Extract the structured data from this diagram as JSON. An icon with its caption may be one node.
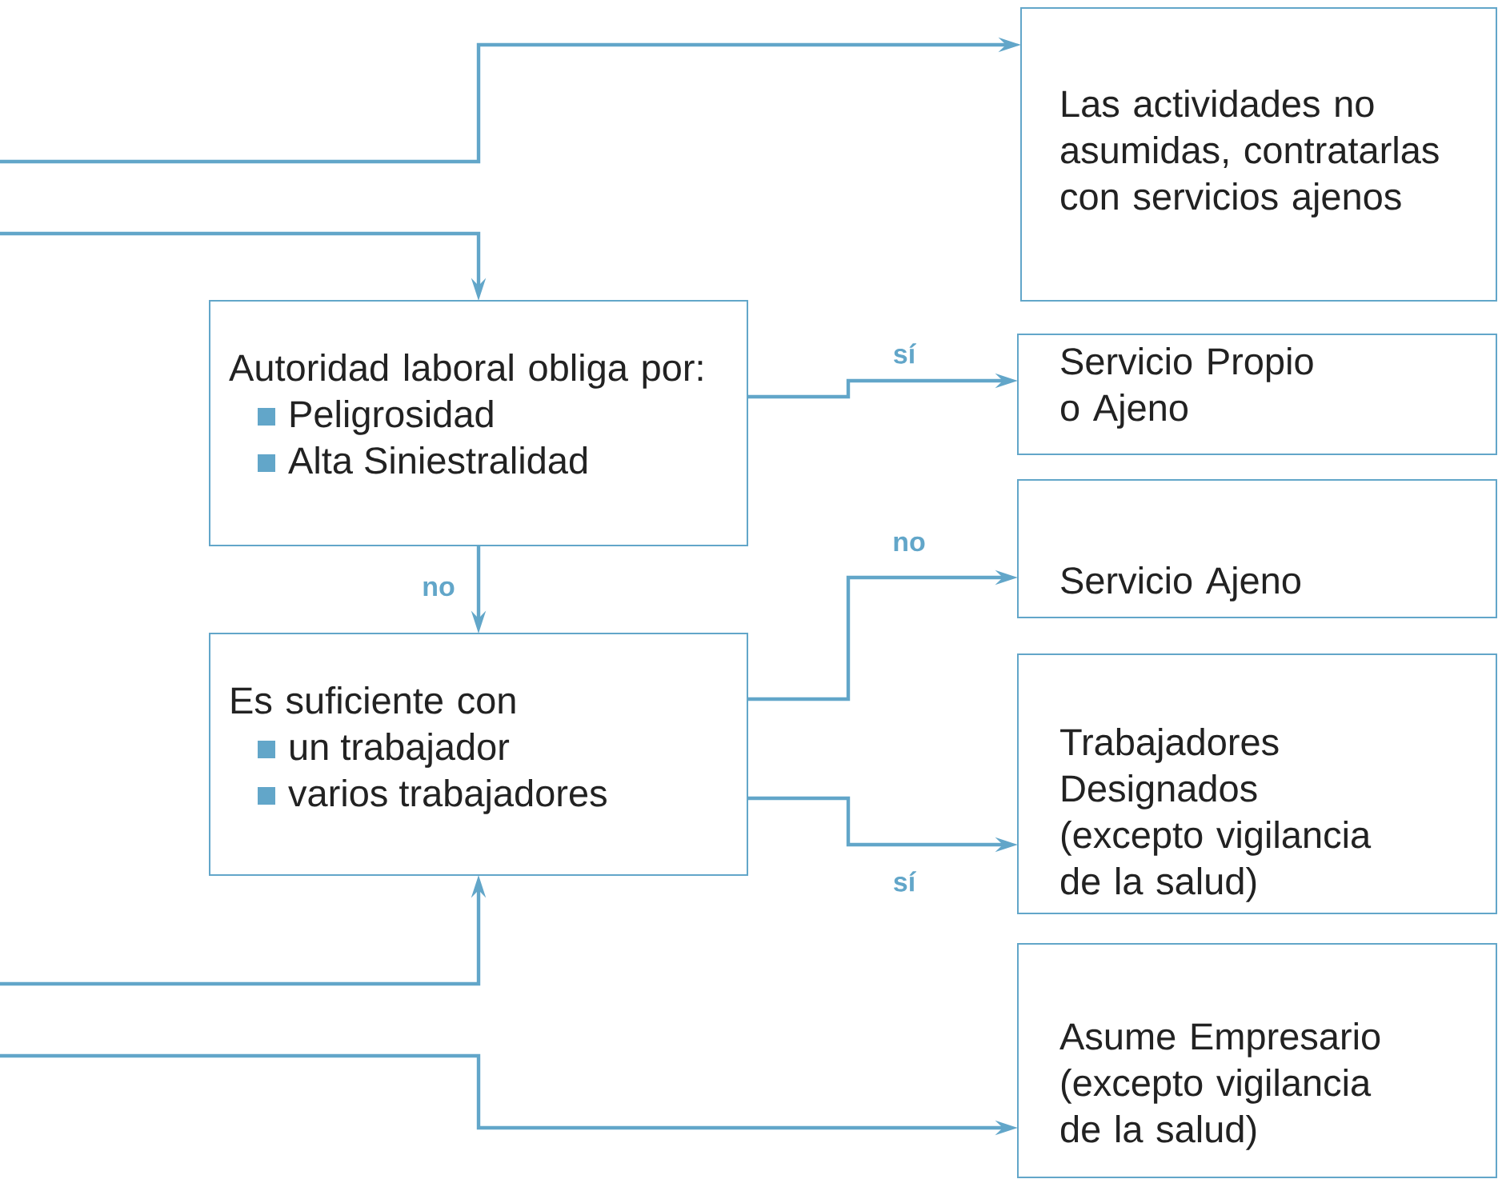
{
  "diagram": {
    "nodes": [
      {
        "text": [
          "Las actividades no asumidas, contratarlas con servicios ajenos"
        ]
      },
      {
        "text": [
          "Autoridad laboral obliga por:",
          "Peligrosidad",
          "Alta Siniestralidad"
        ]
      },
      {
        "text": [
          "Servicio Propio o Ajeno"
        ]
      },
      {
        "text": [
          "Servicio Ajeno"
        ]
      },
      {
        "text": [
          "Es suficiente con",
          "un trabajador",
          "varios trabajadores"
        ]
      },
      {
        "text": [
          "Trabajadores Designados (excepto vigilancia de la salud)"
        ]
      },
      {
        "text": [
          "Asume Empresario (excepto vigilancia de la salud)"
        ]
      }
    ],
    "edges": [
      {
        "from": null,
        "to": 0,
        "arrow": "to"
      },
      {
        "from": null,
        "to": 1,
        "arrow": "to"
      },
      {
        "from": 1,
        "to": 2,
        "arrow": "to",
        "label": "sí"
      },
      {
        "from": 1,
        "to": 4,
        "arrow": "to",
        "label": "no"
      },
      {
        "from": 4,
        "to": 3,
        "arrow": "to",
        "label": "no"
      },
      {
        "from": 4,
        "to": 5,
        "arrow": "to",
        "label": "sí"
      },
      {
        "from": null,
        "to": 4,
        "arrow": "to"
      },
      {
        "from": null,
        "to": 6,
        "arrow": "to"
      }
    ]
  }
}
